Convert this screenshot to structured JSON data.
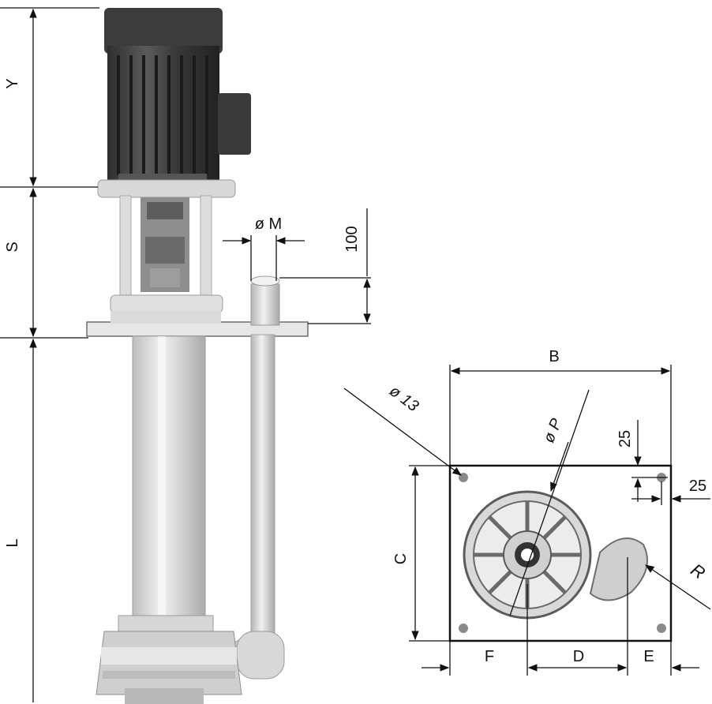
{
  "dimension_labels": {
    "Y": "Y",
    "S": "S",
    "L": "L",
    "M": "ø M",
    "h100": "100",
    "B": "B",
    "C": "C",
    "D": "D",
    "E": "E",
    "F": "F",
    "P": "ø P",
    "R": "R",
    "hole": "ø 13",
    "off_v": "25",
    "off_h": "25"
  },
  "colors": {
    "motor_dark": "#3a3a3a",
    "metal_light": "#e6e6e6",
    "metal_mid": "#bdbdbd",
    "line": "#111111"
  }
}
